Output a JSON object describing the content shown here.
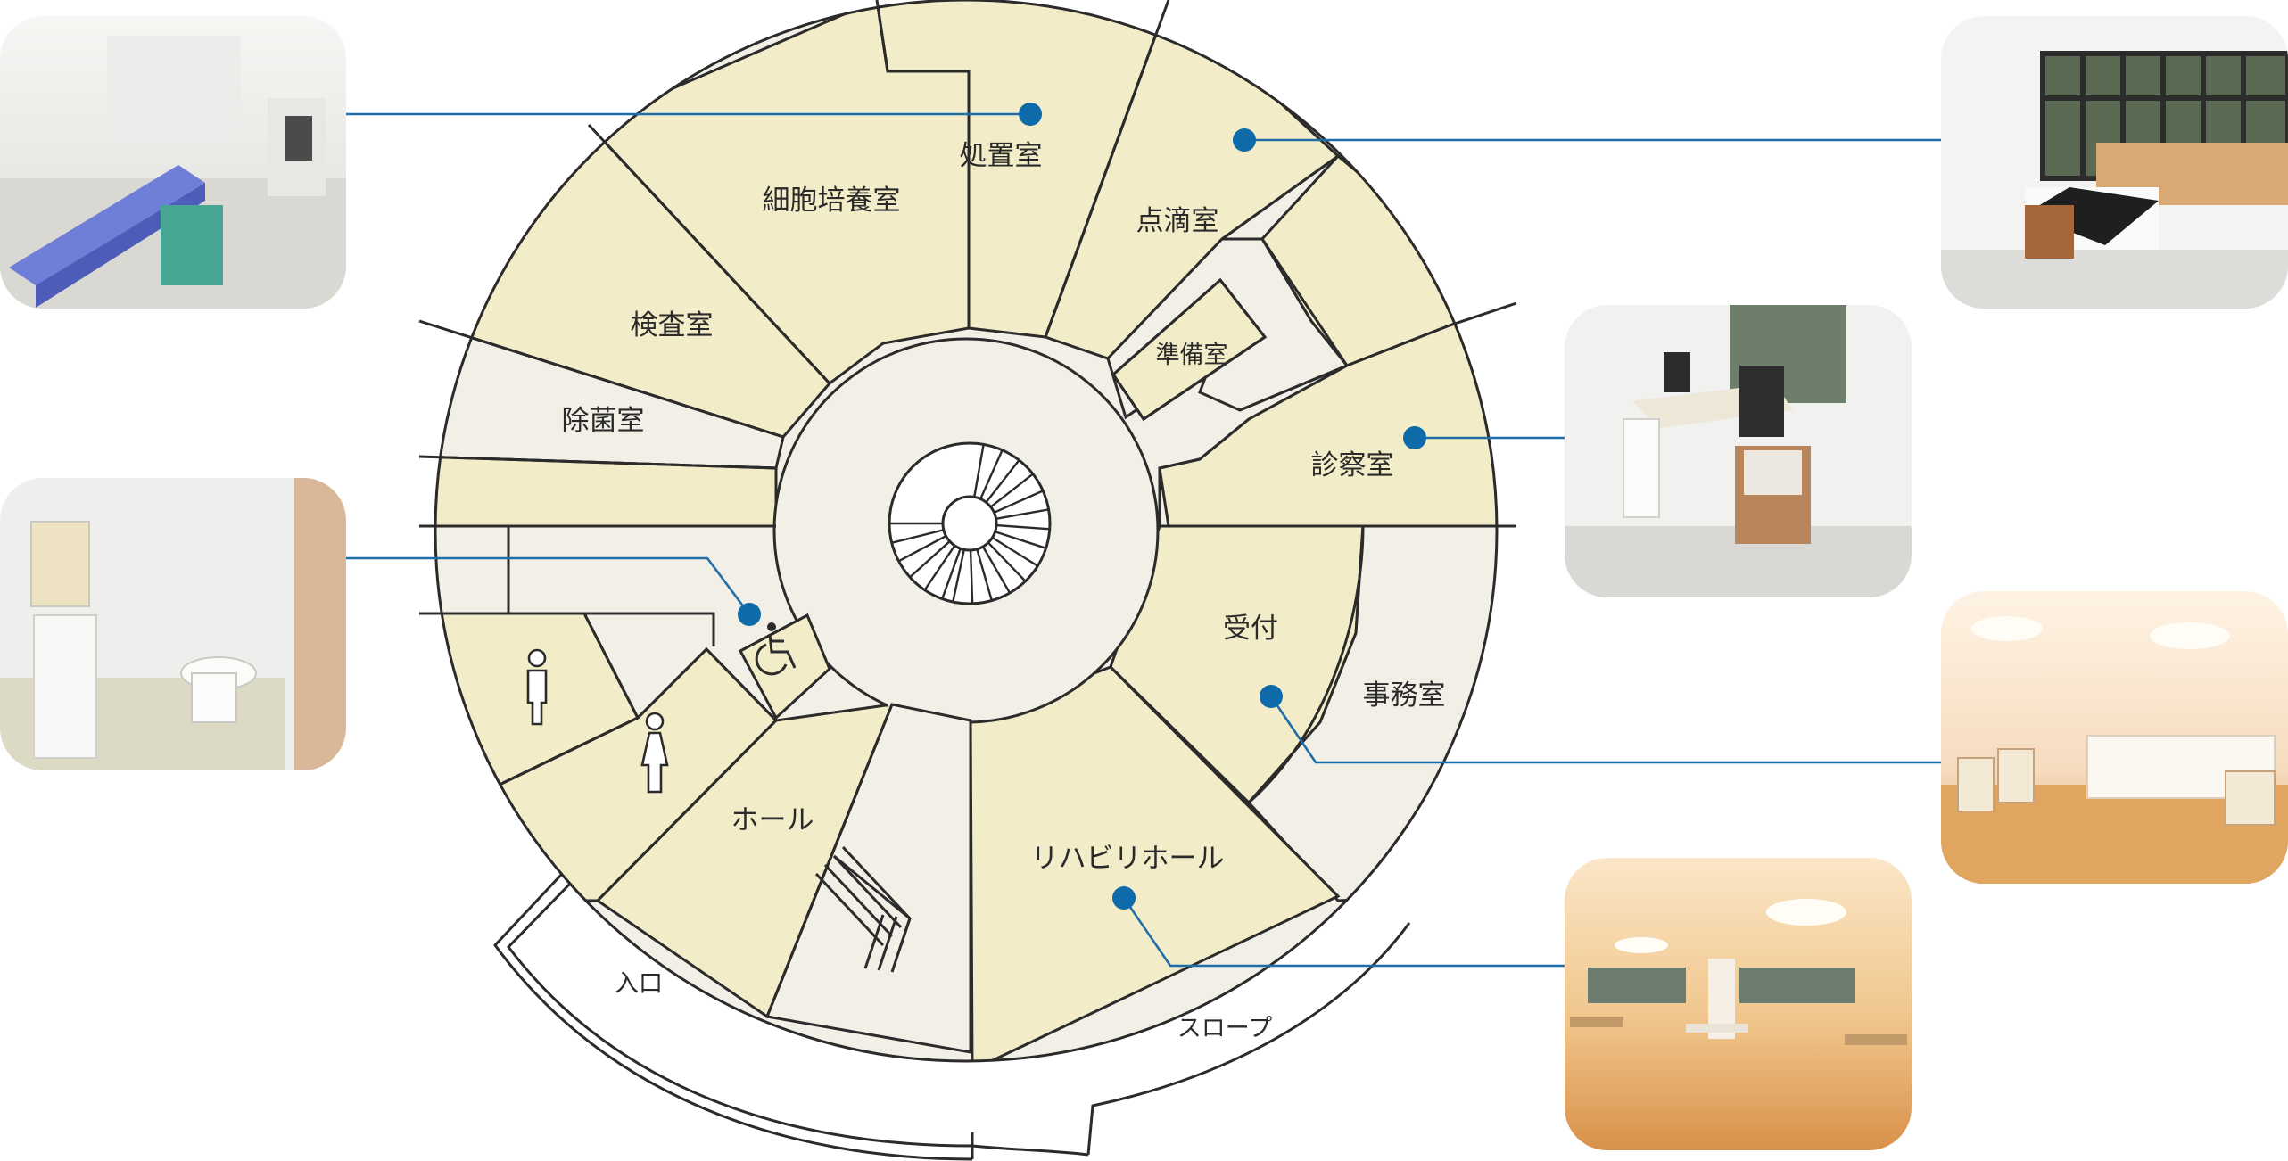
{
  "floor_plan": {
    "rooms": {
      "treatment": "処置室",
      "cell_culture": "細胞培養室",
      "iv_drip": "点滴室",
      "exam": "検査室",
      "prep": "準備室",
      "sterilization": "除菌室",
      "consultation": "診察室",
      "reception": "受付",
      "office": "事務室",
      "hall": "ホール",
      "rehab_hall": "リハビリホール",
      "entrance": "入口",
      "slope": "スロープ"
    },
    "icons": {
      "male_restroom": "male-icon",
      "female_restroom": "female-icon",
      "accessible_restroom": "wheelchair-icon",
      "spiral_stair": "spiral-staircase-icon"
    }
  },
  "photos": {
    "treatment_room": "treatment-room-photo",
    "restroom": "restroom-photo",
    "iv_room": "iv-drip-room-photo",
    "consultation_room": "consultation-room-photo",
    "reception_area": "reception-photo",
    "rehab_hall": "rehab-hall-photo"
  },
  "colors": {
    "room_fill": "#f3ecc8",
    "corridor_fill": "#f2efe6",
    "callout": "#0e6aa8"
  }
}
